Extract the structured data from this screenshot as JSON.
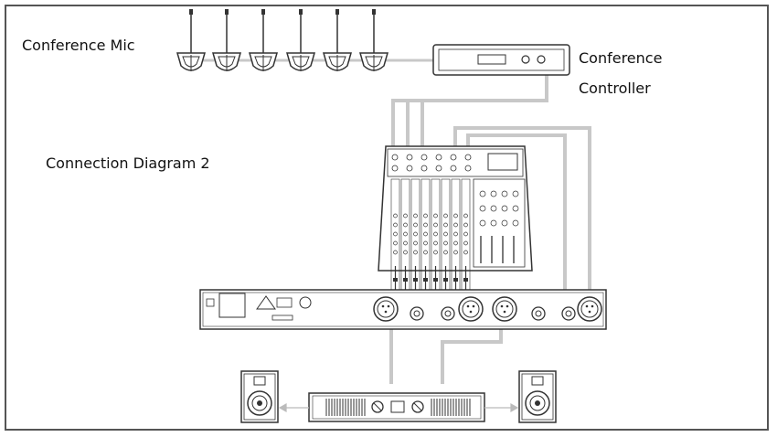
{
  "labels": {
    "conference_mic": "Conference Mic",
    "conference_controller_line1": "Conference",
    "conference_controller_line2": "Controller",
    "diagram_title": "Connection Diagram 2"
  },
  "colors": {
    "frame": "#555555",
    "cable": "#c8c8c8",
    "device_stroke": "#333333",
    "text": "#111111"
  },
  "devices": {
    "mic_count": 6,
    "mixer_channel_count": 8
  }
}
